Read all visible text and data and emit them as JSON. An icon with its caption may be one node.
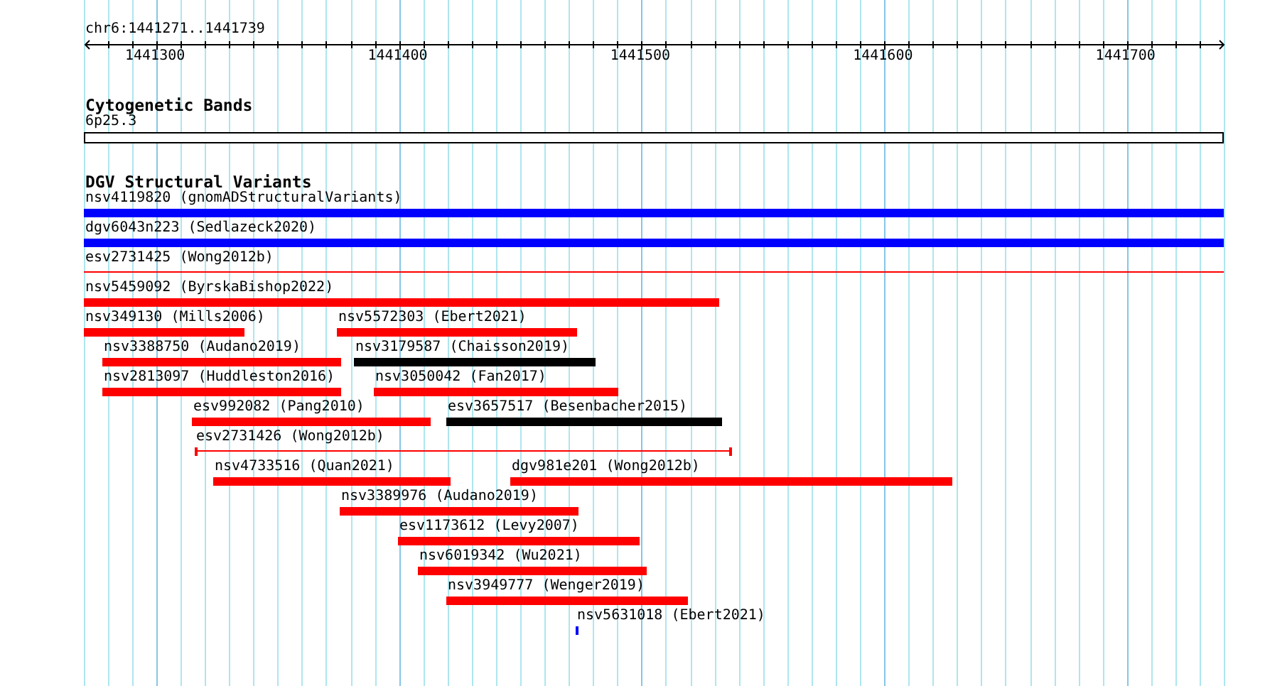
{
  "diagram": {
    "nodes": [
      {
        "text": [
          "6p25.3"
        ]
      },
      {
        "text": [
          "nsv4119820 (gnomADStructuralVariants)"
        ]
      },
      {
        "text": [
          "dgv6043n223 (Sedlazeck2020)"
        ]
      },
      {
        "text": [
          "esv2731425 (Wong2012b)"
        ]
      },
      {
        "text": [
          "nsv5459092 (ByrskaBishop2022)"
        ]
      },
      {
        "text": [
          "nsv349130 (Mills2006)"
        ]
      },
      {
        "text": [
          "nsv5572303 (Ebert2021)"
        ]
      },
      {
        "text": [
          "nsv3388750 (Audano2019)"
        ]
      },
      {
        "text": [
          "nsv3179587 (Chaisson2019)"
        ]
      },
      {
        "text": [
          "nsv2813097 (Huddleston2016)"
        ]
      },
      {
        "text": [
          "nsv3050042 (Fan2017)"
        ]
      },
      {
        "text": [
          "esv992082 (Pang2010)"
        ]
      },
      {
        "text": [
          "esv3657517 (Besenbacher2015)"
        ]
      },
      {
        "text": [
          "esv2731426 (Wong2012b)"
        ]
      },
      {
        "text": [
          "nsv4733516 (Quan2021)"
        ]
      },
      {
        "text": [
          "dgv981e201 (Wong2012b)"
        ]
      },
      {
        "text": [
          "nsv3389976 (Audano2019)"
        ]
      },
      {
        "text": [
          "esv1173612 (Levy2007)"
        ]
      },
      {
        "text": [
          "nsv6019342 (Wu2021)"
        ]
      },
      {
        "text": [
          "nsv3949777 (Wenger2019)"
        ]
      },
      {
        "text": [
          "nsv5631018 (Ebert2021)"
        ]
      }
    ],
    "labels": [
      "chr6:1441271..1441739",
      "1441300",
      "1441400",
      "1441500",
      "1441600",
      "1441700",
      "Cytogenetic Bands",
      "DGV Structural Variants"
    ]
  }
}
